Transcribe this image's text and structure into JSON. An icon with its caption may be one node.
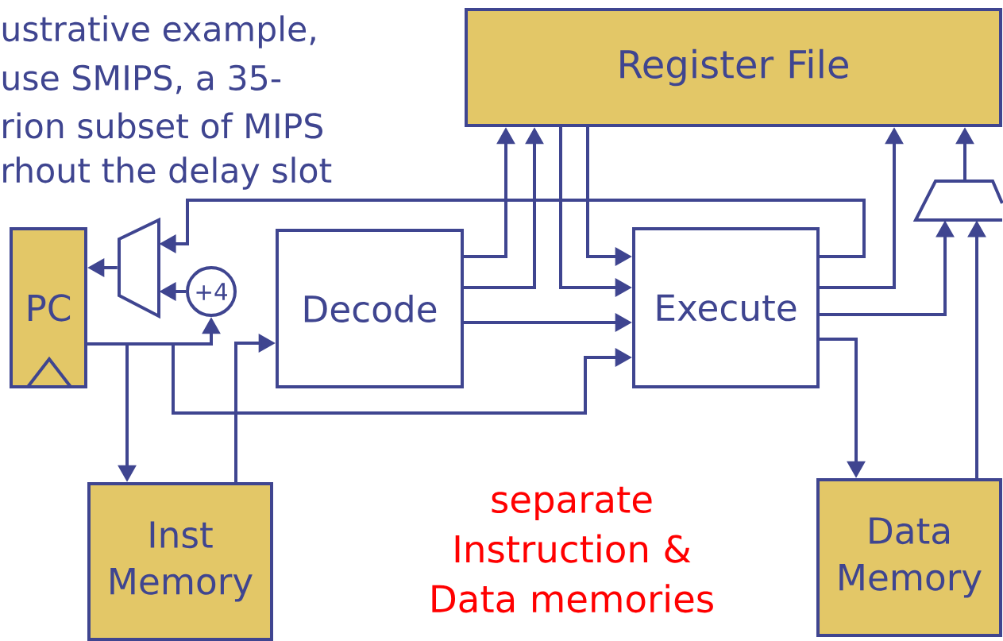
{
  "diagram": {
    "nodes": [
      {
        "text": [
          "Register File"
        ]
      },
      {
        "text": [
          "PC"
        ]
      },
      {
        "text": [],
        "shape": "trapezoid"
      },
      {
        "text": [
          "+4"
        ]
      },
      {
        "text": [
          "Decode"
        ]
      },
      {
        "text": [
          "Execute"
        ]
      },
      {
        "text": [],
        "shape": "trapezoid"
      },
      {
        "text": [
          "Inst Memory"
        ]
      },
      {
        "text": [
          "Data Memory"
        ]
      }
    ],
    "edges": [
      {
        "from": 2,
        "to": 1,
        "arrow": "to"
      },
      {
        "from": 3,
        "to": 2,
        "arrow": "to"
      },
      {
        "from": 1,
        "to": 3,
        "arrow": "to"
      },
      {
        "from": 1,
        "to": 7,
        "arrow": "to"
      },
      {
        "from": 1,
        "to": 5,
        "arrow": "to"
      },
      {
        "from": 7,
        "to": 4,
        "arrow": "to"
      },
      {
        "from": 4,
        "to": 0,
        "arrow": "to"
      },
      {
        "from": 4,
        "to": 0,
        "arrow": "to"
      },
      {
        "from": 4,
        "to": 5,
        "arrow": "to"
      },
      {
        "from": 0,
        "to": 5,
        "arrow": "to"
      },
      {
        "from": 0,
        "to": 5,
        "arrow": "to"
      },
      {
        "from": 5,
        "to": 2,
        "arrow": "to"
      },
      {
        "from": 5,
        "to": 0,
        "arrow": "to"
      },
      {
        "from": 5,
        "to": 6,
        "arrow": "to"
      },
      {
        "from": 5,
        "to": 8,
        "arrow": "to"
      },
      {
        "from": 8,
        "to": 6,
        "arrow": "to"
      },
      {
        "from": 6,
        "to": 0,
        "arrow": "to"
      }
    ],
    "labels": [
      "ustrative example,",
      "use SMIPS, a 35-",
      "rion subset of MIPS",
      "rhout the delay slot",
      "separate Instruction & Data memories"
    ]
  }
}
